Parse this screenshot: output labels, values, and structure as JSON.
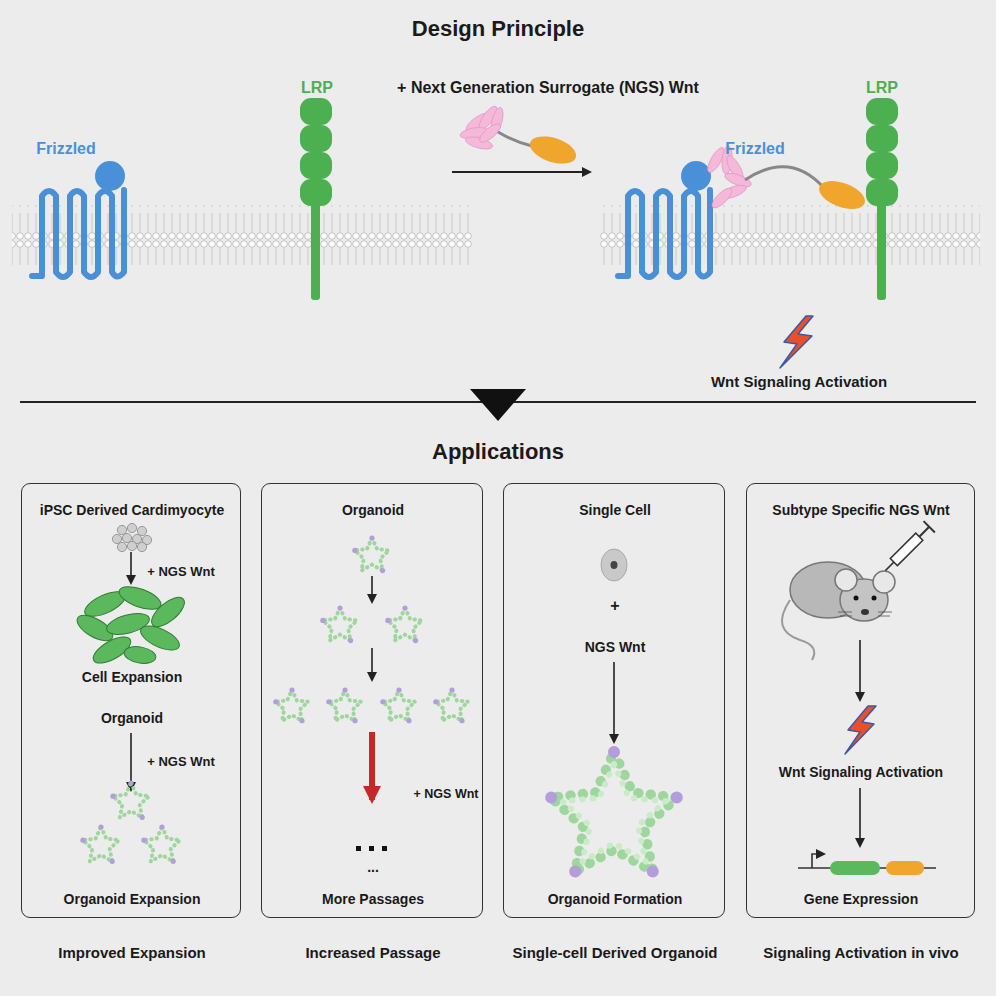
{
  "diagram": {
    "title": "Design Principle",
    "nodes": [
      {
        "text": [
          "iPSC Derived Cardimyocyte",
          "+ NGS Wnt",
          "Cell Expansion",
          "Organoid",
          "+ NGS Wnt",
          "Organoid Expansion",
          "Improved Expansion"
        ]
      },
      {
        "text": [
          "Organoid",
          "+ NGS Wnt",
          "...",
          "More Passages",
          "Increased Passage"
        ]
      },
      {
        "text": [
          "Single Cell",
          "+",
          "NGS Wnt",
          "Organoid Formation",
          "Single-cell Derived Organoid"
        ]
      },
      {
        "text": [
          "Subtype Specific NGS Wnt",
          "Wnt Signaling Activation",
          "Gene Expression",
          "Signaling Activation in vivo"
        ]
      }
    ],
    "labels": [
      "Frizzled",
      "LRP",
      "+ Next Generation Surrogate (NGS) Wnt",
      "Frizzled",
      "LRP",
      "Wnt Signaling Activation",
      "Applications"
    ]
  }
}
